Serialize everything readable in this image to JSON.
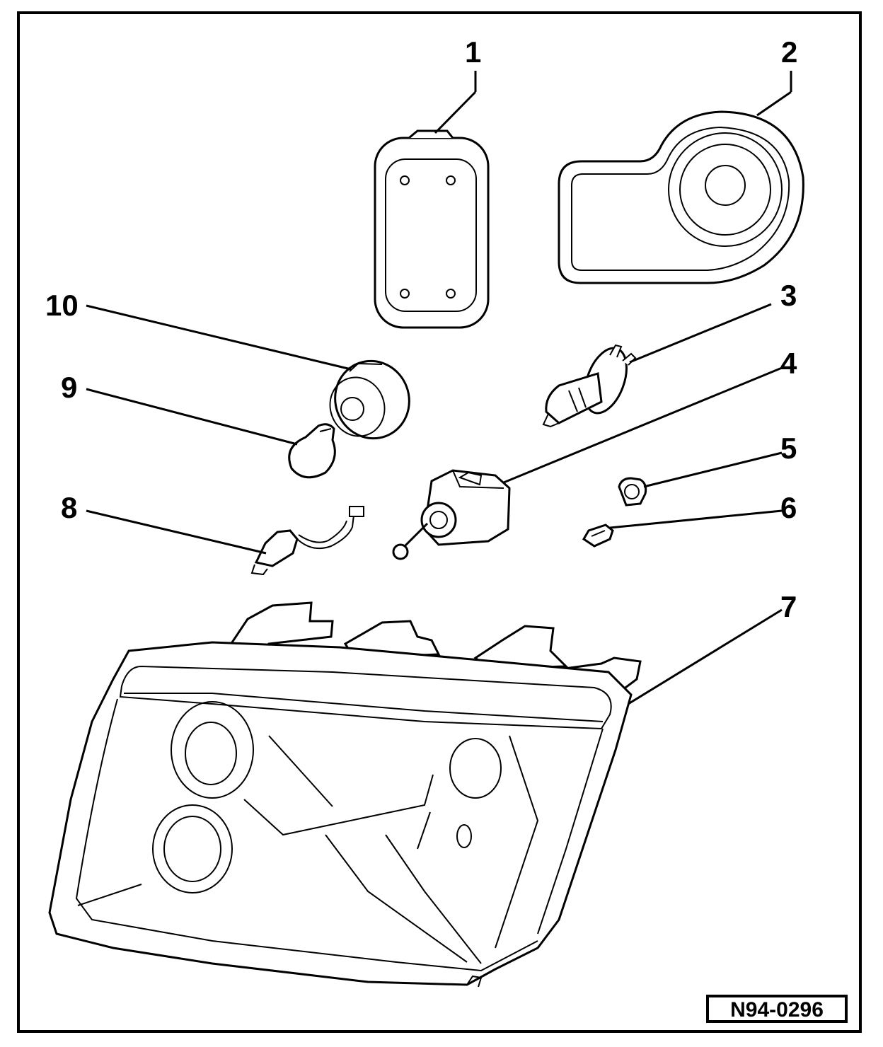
{
  "callouts": [
    {
      "id": "1",
      "label": "1"
    },
    {
      "id": "2",
      "label": "2"
    },
    {
      "id": "3",
      "label": "3"
    },
    {
      "id": "4",
      "label": "4"
    },
    {
      "id": "5",
      "label": "5"
    },
    {
      "id": "6",
      "label": "6"
    },
    {
      "id": "7",
      "label": "7"
    },
    {
      "id": "8",
      "label": "8"
    },
    {
      "id": "9",
      "label": "9"
    },
    {
      "id": "10",
      "label": "10"
    }
  ],
  "reference_code": "N94-0296",
  "colors": {
    "ink": "#000000",
    "background": "#ffffff"
  }
}
